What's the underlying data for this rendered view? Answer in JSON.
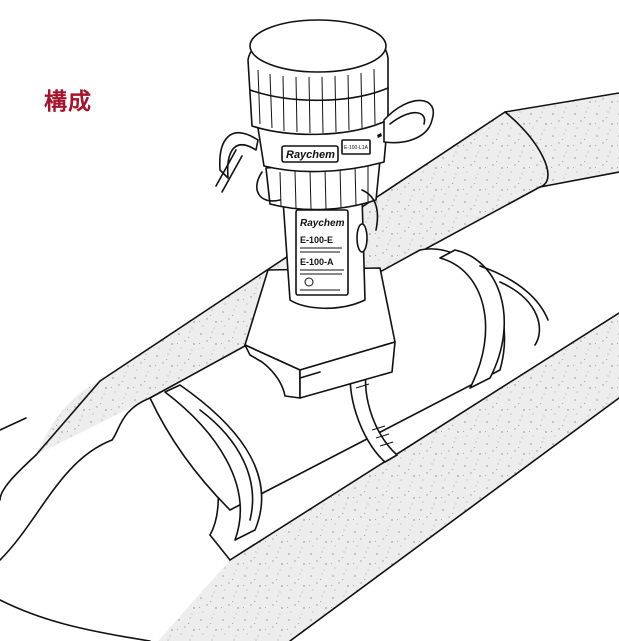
{
  "heading": {
    "text": "構成",
    "color": "#a5142c"
  },
  "illustration": {
    "description_icon": "junction-box-on-insulated-pipe-drawing",
    "brand_text": "Raychem",
    "model_top": "E-100-E",
    "model_bottom": "E-100-A",
    "cap_label": "E-100-L1A"
  }
}
